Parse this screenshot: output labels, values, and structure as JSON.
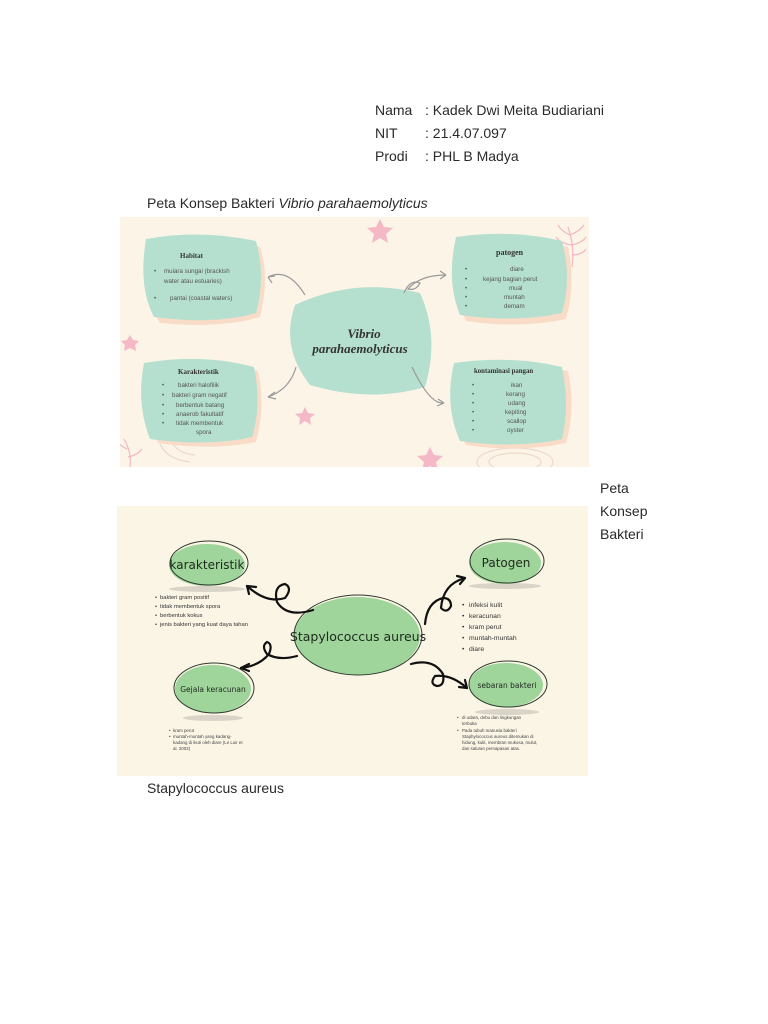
{
  "header": {
    "rows": [
      {
        "label": "Nama",
        "value": ": Kadek Dwi Meita Budiariani"
      },
      {
        "label": "NIT",
        "value": ": 21.4.07.097"
      },
      {
        "label": "Prodi",
        "value": ": PHL B Madya"
      }
    ]
  },
  "caption1": {
    "prefix": "Peta Konsep Bakteri ",
    "italic": "Vibrio parahaemolyticus"
  },
  "map1": {
    "center": [
      "Vibrio",
      "parahaemolyticus"
    ],
    "habitat": {
      "title": "Habitat",
      "items": [
        "muiara sungai (brackish",
        "water atau estuaries)",
        "pantai (coastal waters)"
      ]
    },
    "patogen": {
      "title": "patogen",
      "items": [
        "diare",
        "kejang bagian perut",
        "mual",
        "muntah",
        "demam"
      ]
    },
    "karakteristik": {
      "title": "Karakteristik",
      "items": [
        "bakteri halofilik",
        "bakteri gram negatif",
        "berbentuk batang",
        "anaerob fakultatif",
        "tidak membentuk",
        "spora"
      ]
    },
    "kontaminasi": {
      "title": "kontaminasi pangan",
      "items": [
        "ikan",
        "kerang",
        "udang",
        "kepiting",
        "scallop",
        "oyster"
      ]
    }
  },
  "side_caption": {
    "lines": [
      "Peta",
      "Konsep",
      "Bakteri"
    ]
  },
  "map2": {
    "center": "Stapylococcus aureus",
    "karakteristik": {
      "title": "karakteristik",
      "items": [
        "bakteri gram positif",
        "tidak membentuk spora",
        "berbentuk kokus",
        "jenis bakteri yang kuat daya tahan"
      ]
    },
    "patogen": {
      "title": "Patogen",
      "items": [
        "infeksi kulit",
        "keracunan",
        "kram perut",
        "muntah-muntah",
        "diare"
      ]
    },
    "gejala": {
      "title": "Gejala keracunan",
      "items": [
        "kram perut",
        "muntah-muntah yang kadang-",
        "kadang di ikuti oleh diare (Le Loir et",
        "al. 2003)"
      ]
    },
    "sebaran": {
      "title": "sebaran bakteri",
      "items": [
        "di udara, debu dan lingkungan",
        "terbuka",
        "Pada tubuh manusia bakteri",
        "Staphylococcus aureus ditemukan di",
        "hidung, kulit, membran mukosa, mulut,",
        "dan saluran pernapasan atas."
      ]
    }
  },
  "caption2": "Stapylococcus aureus",
  "colors": {
    "mint": "#b5e0cf",
    "peach": "#f8dcc8",
    "green": "#9fd49b",
    "pink": "#f4b8c6",
    "arrow": "#999999"
  }
}
